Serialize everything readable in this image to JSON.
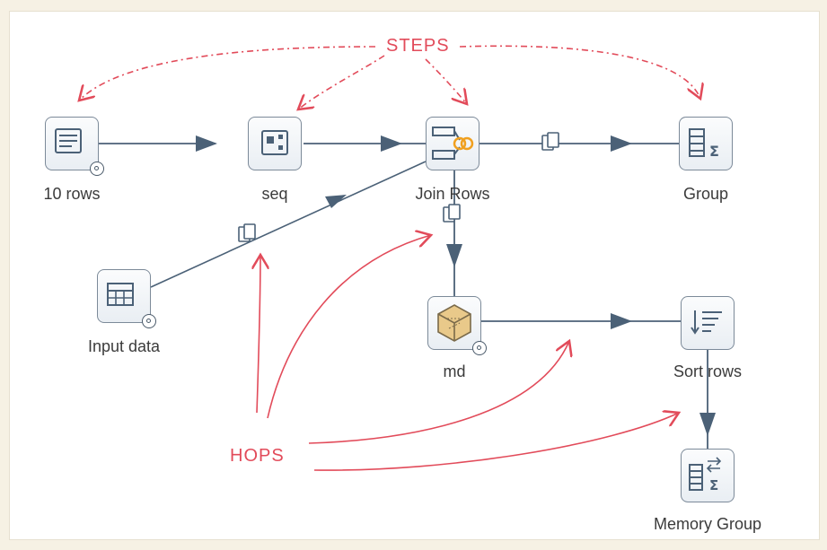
{
  "annotations": {
    "steps_label": "STEPS",
    "hops_label": "HOPS"
  },
  "steps": {
    "rows10": {
      "label": "10 rows",
      "icon": "data-grid-icon"
    },
    "seq": {
      "label": "seq",
      "icon": "sequence-icon"
    },
    "join_rows": {
      "label": "Join Rows",
      "icon": "join-icon"
    },
    "group": {
      "label": "Group",
      "icon": "group-by-icon"
    },
    "input_data": {
      "label": "Input data",
      "icon": "table-input-icon"
    },
    "md": {
      "label": "md",
      "icon": "cube-icon"
    },
    "sort_rows": {
      "label": "Sort rows",
      "icon": "sort-icon"
    },
    "memory_group": {
      "label": "Memory Group",
      "icon": "memory-group-icon"
    }
  },
  "colors": {
    "hop": "#4b6177",
    "annotation": "#e24b5a",
    "background": "#f6f1e4"
  }
}
